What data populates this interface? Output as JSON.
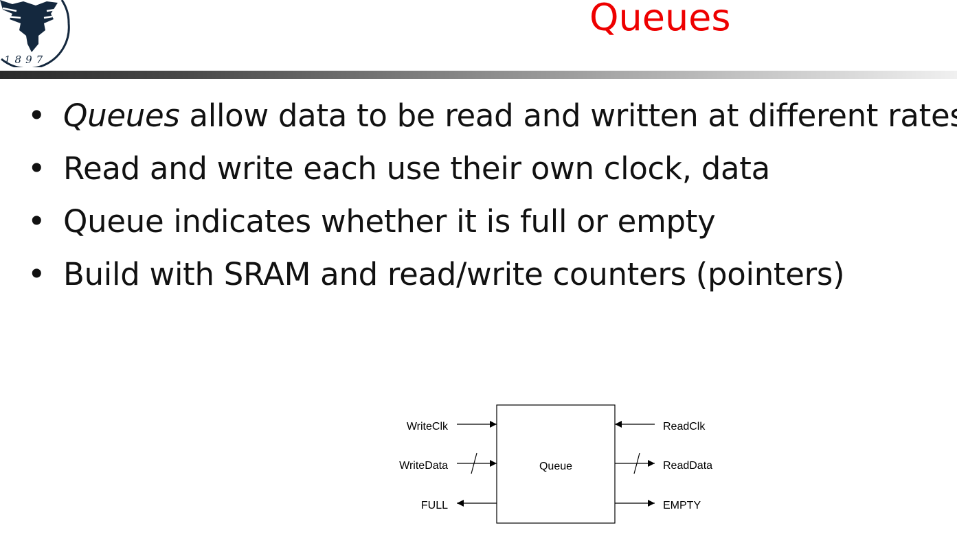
{
  "logo": {
    "year": "1897",
    "color": "#14283e"
  },
  "title": "Queues",
  "bullets": [
    {
      "emphasis": "Queues",
      "rest": " allow data to be read and written at different rates."
    },
    {
      "emphasis": "",
      "rest": "Read and write each use their own clock, data"
    },
    {
      "emphasis": "",
      "rest": "Queue indicates whether it is full or empty"
    },
    {
      "emphasis": "",
      "rest": "Build with SRAM and read/write counters (pointers)"
    }
  ],
  "diagram": {
    "block_label": "Queue",
    "left_signals": [
      "WriteClk",
      "WriteData",
      "FULL"
    ],
    "right_signals": [
      "ReadClk",
      "ReadData",
      "EMPTY"
    ]
  },
  "colors": {
    "title": "#ee0000",
    "text": "#111111"
  }
}
